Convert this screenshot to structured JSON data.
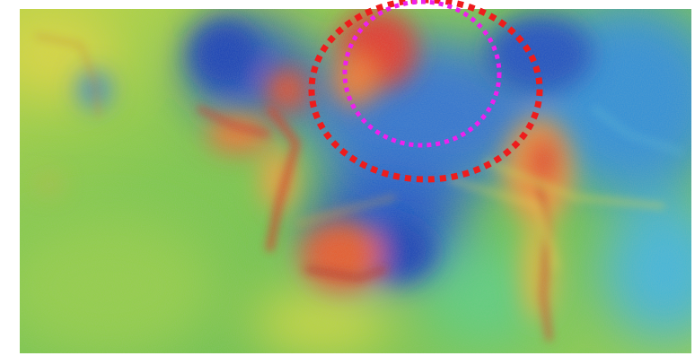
{
  "map": {
    "kind": "shaded-relief anomaly map",
    "colors": {
      "background": "#ffffff",
      "low_deep": "#173fb5",
      "low": "#2f7fd6",
      "mid_low": "#3fb6d9",
      "mid": "#74c84a",
      "mid_high": "#c9d93a",
      "high": "#f2a13a",
      "high_peak": "#e2382b"
    },
    "annotations": [
      {
        "name": "outer-circle",
        "style": "dotted",
        "color": "#ee1c1c"
      },
      {
        "name": "inner-circle",
        "style": "dotted",
        "color": "#ee20ee"
      }
    ]
  }
}
